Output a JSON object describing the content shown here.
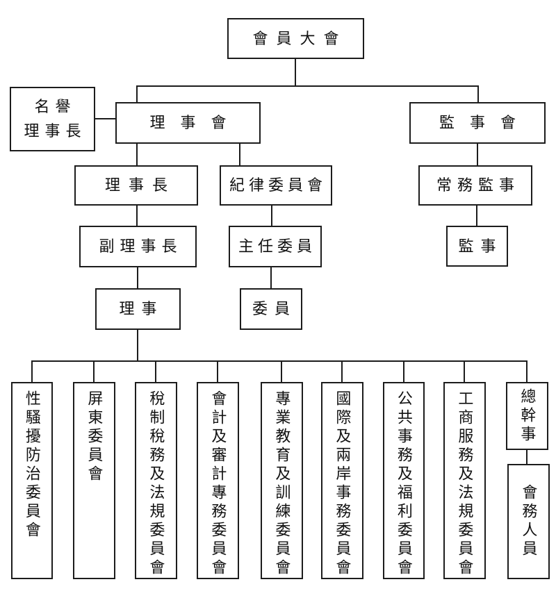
{
  "org_chart": {
    "type": "organization-chart",
    "line_color": "#1c1c1c",
    "box_background": "#ffffff",
    "nodes": {
      "general_assembly": {
        "label": "會員大會"
      },
      "honorary_chairman": {
        "label": "名譽\n理事長"
      },
      "board_of_directors": {
        "label": "理事會"
      },
      "board_of_supervisors": {
        "label": "監事會"
      },
      "chairman": {
        "label": "理事長"
      },
      "discipline_committee": {
        "label": "紀律委員會"
      },
      "standing_supervisor": {
        "label": "常務監事"
      },
      "vice_chairman": {
        "label": "副理事長"
      },
      "chief_commissioner": {
        "label": "主任委員"
      },
      "supervisor": {
        "label": "監事"
      },
      "director": {
        "label": "理事"
      },
      "commissioner": {
        "label": "委員"
      },
      "secretary_general": {
        "label": "總幹事"
      },
      "association_staff": {
        "label": "會務人員"
      }
    },
    "committees": [
      {
        "id": "sexual-harassment-prevention",
        "label": "性騷擾防治委員會"
      },
      {
        "id": "pingtung",
        "label": "屏東委員會"
      },
      {
        "id": "tax-system-tax-affairs-and-regulations",
        "label": "稅制稅務及法規委員會"
      },
      {
        "id": "accounting-and-auditing",
        "label": "會計及審計專務委員會"
      },
      {
        "id": "professional-education-and-training",
        "label": "專業教育及訓練委員會"
      },
      {
        "id": "international-and-cross-strait-affairs",
        "label": "國際及兩岸事務委員會"
      },
      {
        "id": "public-affairs-and-welfare",
        "label": "公共事務及福利委員會"
      },
      {
        "id": "industrial-commercial-services-and-regulations",
        "label": "工商服務及法規委員會"
      }
    ]
  }
}
